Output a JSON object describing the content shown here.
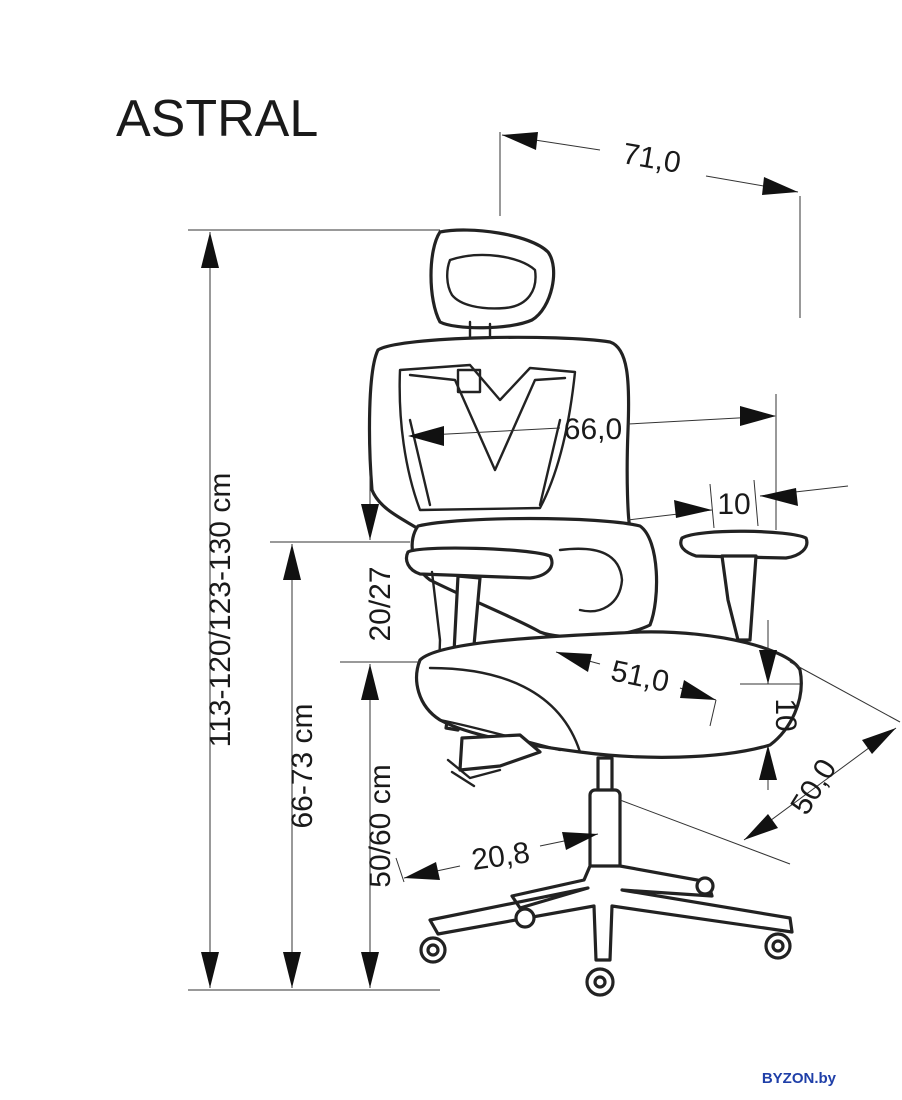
{
  "title": "ASTRAL",
  "brand": "BYZON.by",
  "dimensions": {
    "total_height": "113-120/123-130 cm",
    "armrest_height": "66-73 cm",
    "seat_height": "50/60 cm",
    "armrest_adjust": "20/27",
    "overall_width": "71,0",
    "back_width": "66,0",
    "armrest_width": "10",
    "seat_depth": "51,0",
    "seat_thickness": "10",
    "seat_width": "50,0",
    "gas_lift": "20,8"
  }
}
